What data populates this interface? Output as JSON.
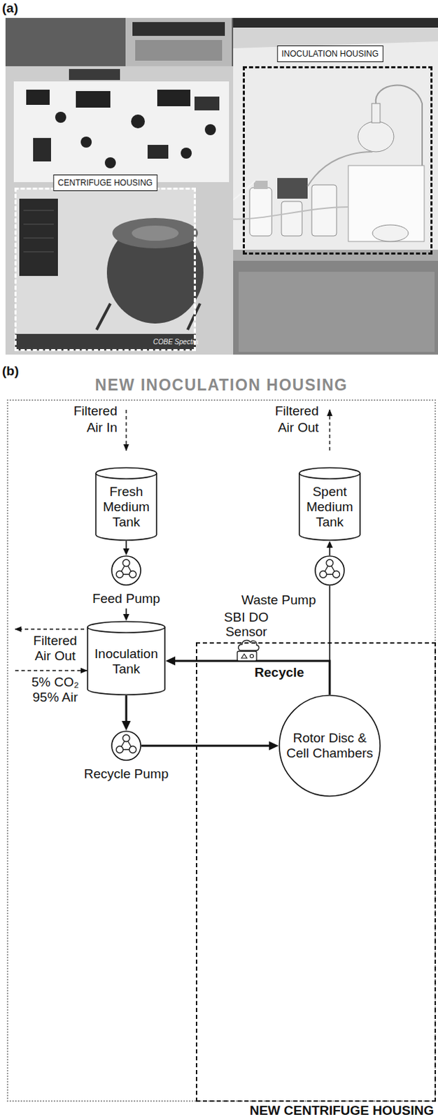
{
  "diagram": {
    "nodes": [
      {
        "text": [
          "INOCULATION HOUSING"
        ]
      },
      {
        "text": [
          "CENTRIFUGE HOUSING"
        ]
      },
      {
        "text": [
          "NEW INOCULATION HOUSING"
        ]
      },
      {
        "text": [
          "Fresh Medium Tank"
        ],
        "in": 2
      },
      {
        "text": [
          "Spent Medium Tank"
        ],
        "in": 2
      },
      {
        "text": [
          "Feed Pump"
        ],
        "in": 2
      },
      {
        "text": [
          "Waste Pump"
        ],
        "in": 2
      },
      {
        "text": [
          "Inoculation Tank"
        ],
        "in": 2
      },
      {
        "text": [
          "Recycle Pump"
        ],
        "in": 2
      },
      {
        "text": [
          "NEW CENTRIFUGE HOUSING"
        ],
        "in": 2
      },
      {
        "text": [
          "Rotor Disc & Cell Chambers"
        ],
        "in": 9
      }
    ],
    "edges": [
      {
        "from": 3,
        "to": 5,
        "arrow": "to"
      },
      {
        "from": 5,
        "to": 7,
        "arrow": "to"
      },
      {
        "from": 7,
        "to": 8,
        "arrow": "to"
      },
      {
        "from": 8,
        "to": 10,
        "arrow": "to"
      },
      {
        "from": 10,
        "to": 7,
        "arrow": "to",
        "label": "Recycle"
      },
      {
        "from": 10,
        "to": 6,
        "arrow": "none"
      },
      {
        "from": 6,
        "to": 4,
        "arrow": "to"
      }
    ],
    "labels": [
      "(a)",
      "(b)",
      "COBE Spectra",
      "Filtered Air In",
      "Filtered Air Out",
      "Filtered Air Out",
      "SBI DO Sensor",
      "5% CO₂ 95% Air"
    ]
  }
}
